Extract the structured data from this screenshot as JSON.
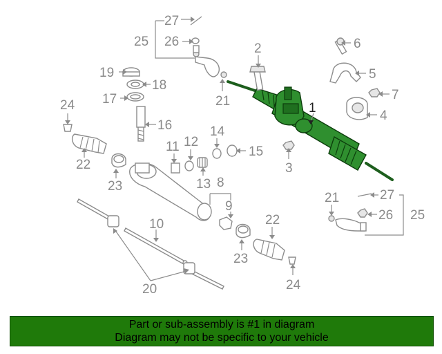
{
  "callouts": {
    "c1": "1",
    "c2": "2",
    "c3": "3",
    "c4": "4",
    "c5": "5",
    "c6": "6",
    "c7": "7",
    "c8": "8",
    "c9": "9",
    "c10": "10",
    "c11": "11",
    "c12": "12",
    "c13": "13",
    "c14": "14",
    "c15": "15",
    "c16": "16",
    "c17": "17",
    "c18": "18",
    "c19": "19",
    "c20": "20",
    "c21a": "21",
    "c21b": "21",
    "c22a": "22",
    "c22b": "22",
    "c23a": "23",
    "c23b": "23",
    "c24a": "24",
    "c24b": "24",
    "c25a": "25",
    "c25b": "25",
    "c26a": "26",
    "c26b": "26",
    "c27a": "27",
    "c27b": "27"
  },
  "banner": {
    "line1": "Part or sub-assembly is #1 in diagram",
    "line2": "Diagram may not be specific to your vehicle"
  },
  "colors": {
    "highlight": "#2f8f2f",
    "banner": "#1f7a0a"
  }
}
